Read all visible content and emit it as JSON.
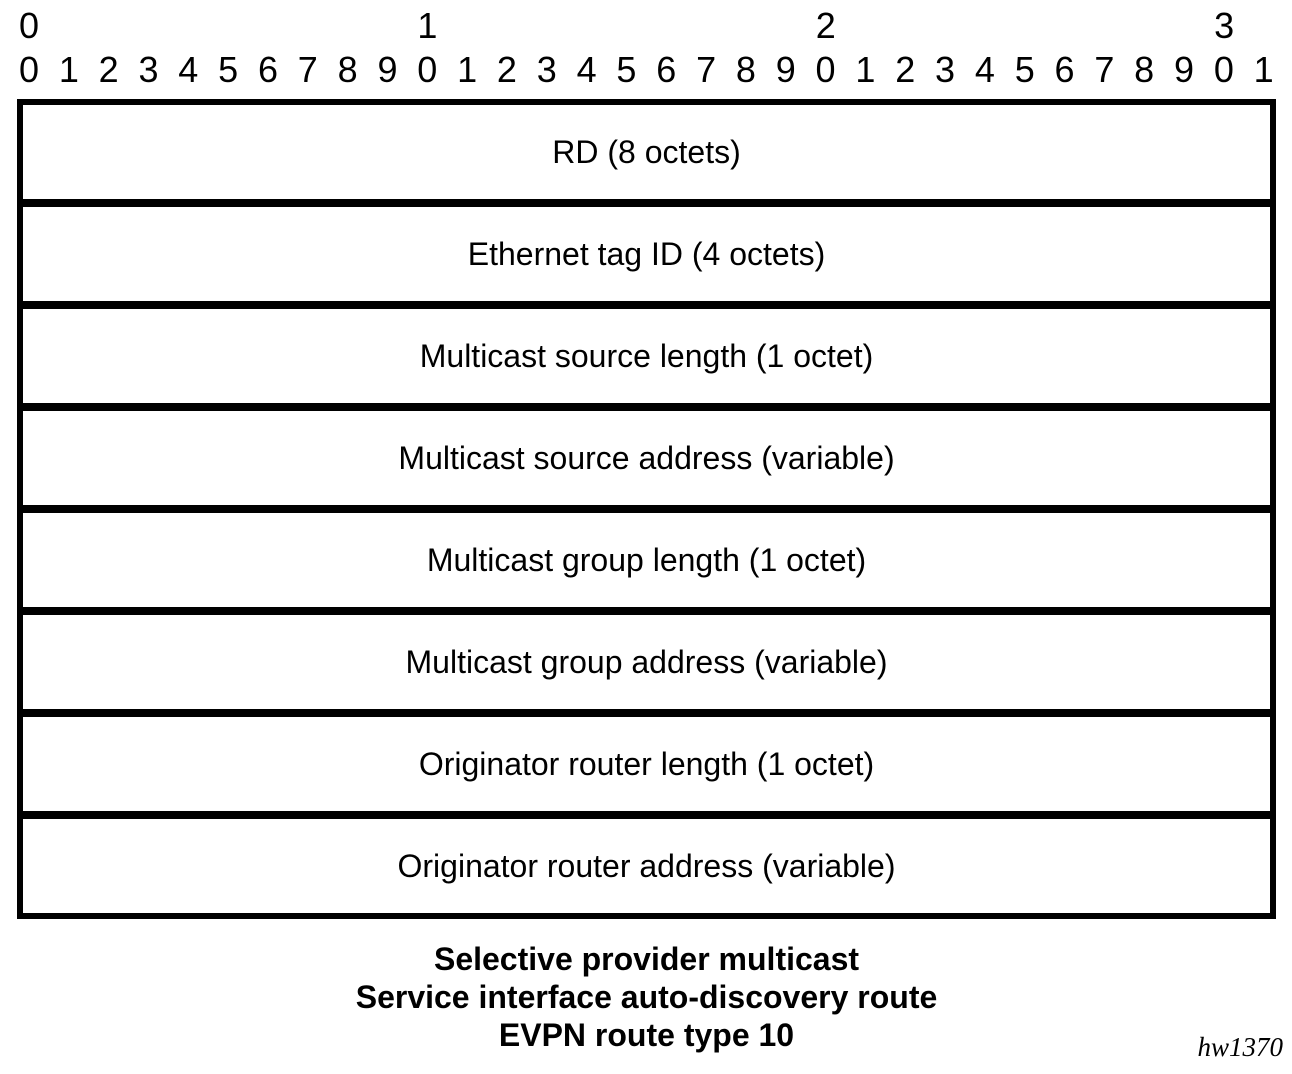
{
  "diagram": {
    "ruler": {
      "tens": [
        "0",
        "1",
        "2",
        "3"
      ],
      "bits": [
        "0",
        "1",
        "2",
        "3",
        "4",
        "5",
        "6",
        "7",
        "8",
        "9",
        "0",
        "1",
        "2",
        "3",
        "4",
        "5",
        "6",
        "7",
        "8",
        "9",
        "0",
        "1",
        "2",
        "3",
        "4",
        "5",
        "6",
        "7",
        "8",
        "9",
        "0",
        "1"
      ]
    },
    "fields": [
      "RD (8 octets)",
      "Ethernet tag ID (4 octets)",
      "Multicast source length (1 octet)",
      "Multicast source address (variable)",
      "Multicast group length (1 octet)",
      "Multicast group address (variable)",
      "Originator router length (1 octet)",
      "Originator router address (variable)"
    ],
    "caption_lines": [
      "Selective provider multicast",
      "Service interface auto-discovery route",
      "EVPN route type 10"
    ],
    "figure_id": "hw1370",
    "colors": {
      "background": "#ffffff",
      "line": "#000000",
      "text": "#000000"
    }
  }
}
